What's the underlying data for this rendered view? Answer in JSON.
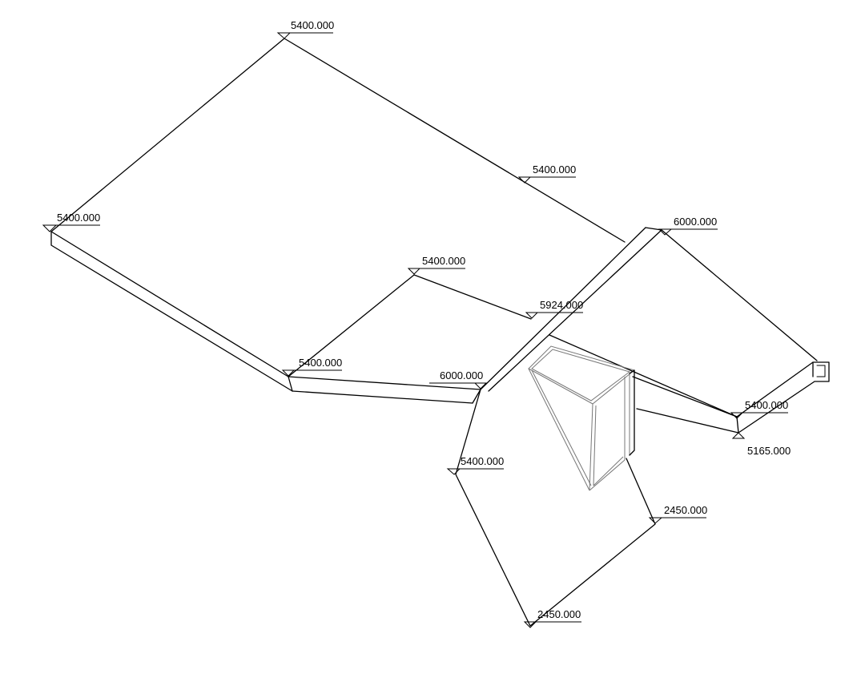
{
  "elevations": [
    {
      "id": "top",
      "text": "5400.000"
    },
    {
      "id": "mid-right-top",
      "text": "5400.000"
    },
    {
      "id": "left",
      "text": "5400.000"
    },
    {
      "id": "right-corner",
      "text": "6000.000"
    },
    {
      "id": "inner-top",
      "text": "5400.000"
    },
    {
      "id": "inner-notch",
      "text": "5924.000"
    },
    {
      "id": "inner-bottom",
      "text": "5400.000"
    },
    {
      "id": "center-joint",
      "text": "6000.000"
    },
    {
      "id": "right-end-upper",
      "text": "5400.000"
    },
    {
      "id": "right-end-lower",
      "text": "5165.000"
    },
    {
      "id": "lower-left",
      "text": "5400.000"
    },
    {
      "id": "lower-right",
      "text": "2450.000"
    },
    {
      "id": "bottom",
      "text": "2450.000"
    }
  ]
}
